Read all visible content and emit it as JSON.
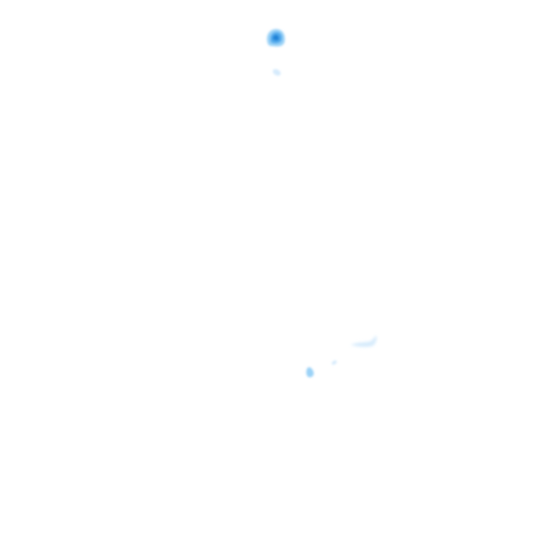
{
  "map": {
    "background_color": "#ffffff",
    "colors": {
      "light": "#cfe8fb",
      "mid": "#90cdf6",
      "strong": "#4aa8ec",
      "dark": "#1f7fd6"
    },
    "features": [
      {
        "name": "blob-top",
        "intensity": "strong"
      },
      {
        "name": "blob-small-top",
        "intensity": "light"
      },
      {
        "name": "streak-right",
        "intensity": "light"
      },
      {
        "name": "dot-middle",
        "intensity": "light"
      },
      {
        "name": "blob-lower-left",
        "intensity": "mid"
      }
    ]
  }
}
